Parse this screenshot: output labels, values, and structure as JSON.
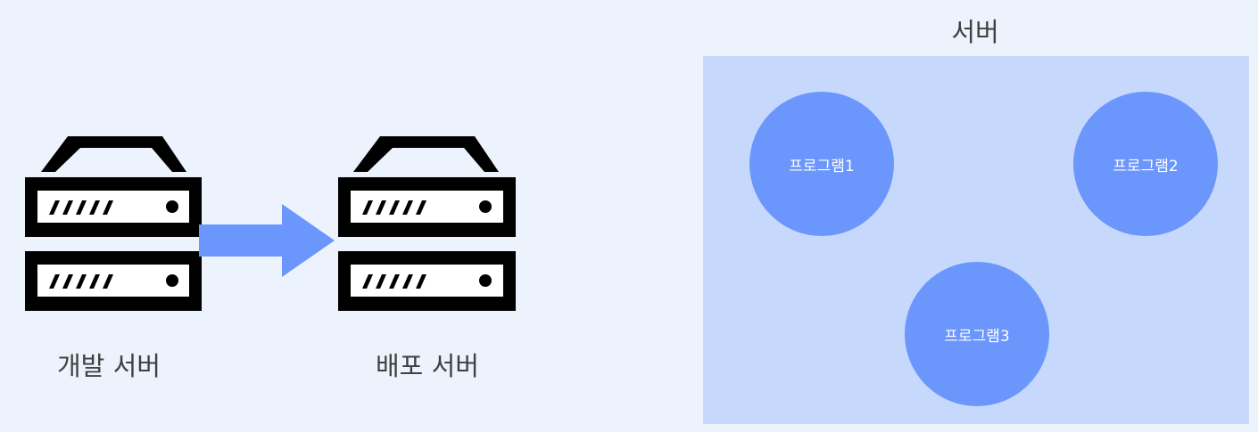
{
  "dev_server": {
    "label": "개발 서버"
  },
  "deploy_server": {
    "label": "배포 서버"
  },
  "server_area": {
    "title": "서버",
    "programs": [
      {
        "label": "프로그램1"
      },
      {
        "label": "프로그램2"
      },
      {
        "label": "프로그램3"
      }
    ]
  },
  "colors": {
    "background": "#edf3fd",
    "server_box": "#c6d8fc",
    "program_circle": "#6b96fc",
    "arrow": "#6b96fc",
    "server_icon": "#000000",
    "text": "#404040"
  },
  "icons": {
    "dev_server": "server-rack-icon",
    "deploy_server": "server-rack-icon",
    "transfer": "arrow-right-icon"
  }
}
